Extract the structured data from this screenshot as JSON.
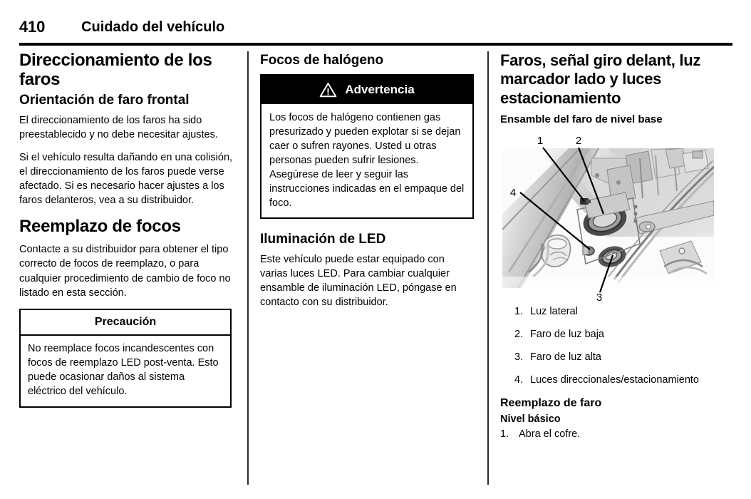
{
  "header": {
    "page_number": "410",
    "title": "Cuidado del vehículo"
  },
  "column1": {
    "heading_main": "Direccionamiento de los faros",
    "heading_sub": "Orientación de faro frontal",
    "paragraph_1": "El direccionamiento de los faros ha sido preestablecido y no debe necesitar ajustes.",
    "paragraph_2": "Si el vehículo resulta dañando en una colisión, el direccionamiento de los faros puede verse afectado. Si es necesario hacer ajustes a los faros delanteros, vea a su distribuidor.",
    "heading_replacement": "Reemplazo de focos",
    "paragraph_3": "Contacte a su distribuidor para obtener el tipo correcto de focos de reemplazo, o para cualquier procedimiento de cambio de foco no listado en esta sección.",
    "caution": {
      "title": "Precaución",
      "body": "No reemplace focos incandescentes con focos de reemplazo LED post-venta. Esto puede ocasionar daños al sistema eléctrico del vehículo."
    }
  },
  "column2": {
    "heading_halogen": "Focos de halógeno",
    "warning": {
      "icon": "warning-triangle-icon",
      "title": "Advertencia",
      "body": "Los focos de halógeno contienen gas presurizado y pueden explotar si se dejan caer o sufren rayones. Usted u otras personas pueden sufrir lesiones. Asegúrese de leer y seguir las instrucciones indicadas en el empaque del foco."
    },
    "heading_led": "Iluminación de LED",
    "paragraph_led": "Este vehículo puede estar equipado con varias luces LED. Para cambiar cualquier ensamble de iluminación LED, póngase en contacto con su distribuidor."
  },
  "column3": {
    "heading_main": "Faros, señal giro delant, luz marcador lado y luces estacionamiento",
    "heading_sub": "Ensamble del faro de nivel base",
    "figure": {
      "name": "base-level-headlamp-assembly-diagram",
      "callouts": [
        "1",
        "2",
        "3",
        "4"
      ]
    },
    "legend": [
      {
        "num": "1.",
        "label": "Luz lateral"
      },
      {
        "num": "2.",
        "label": "Faro de luz baja"
      },
      {
        "num": "3.",
        "label": "Faro de luz alta"
      },
      {
        "num": "4.",
        "label": "Luces direccionales/estacionamiento"
      }
    ],
    "heading_replacement": "Reemplazo de faro",
    "heading_level": "Nivel básico",
    "steps": [
      {
        "num": "1.",
        "label": "Abra el cofre."
      }
    ]
  },
  "colors": {
    "ink": "#000000",
    "paper": "#ffffff",
    "warning_header_bg": "#000000",
    "warning_header_fg": "#ffffff",
    "rule": "#000000"
  }
}
